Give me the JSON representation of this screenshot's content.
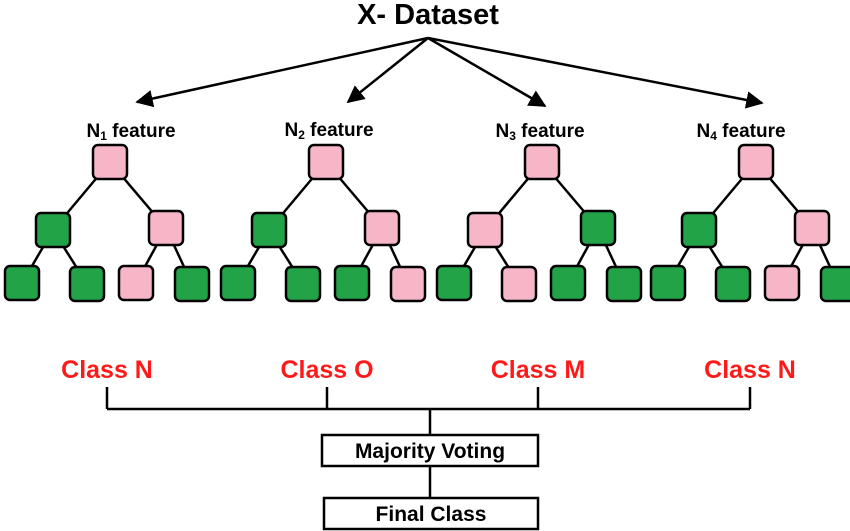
{
  "title": "X- Dataset",
  "colors": {
    "green": "#22a348",
    "pink": "#f7b6c8",
    "class_text": "#ff1a1a",
    "stroke": "#000000"
  },
  "trees": [
    {
      "feature_prefix": "N",
      "feature_sub": "1",
      "feature_suffix": " feature",
      "root": "pink",
      "level1": [
        "green",
        "pink"
      ],
      "leaves": [
        "green",
        "green",
        "pink",
        "green"
      ],
      "class_label": "Class N"
    },
    {
      "feature_prefix": "N",
      "feature_sub": "2",
      "feature_suffix": " feature",
      "root": "pink",
      "level1": [
        "green",
        "pink"
      ],
      "leaves": [
        "green",
        "green",
        "green",
        "pink"
      ],
      "class_label": "Class O"
    },
    {
      "feature_prefix": "N",
      "feature_sub": "3",
      "feature_suffix": " feature",
      "root": "pink",
      "level1": [
        "pink",
        "green"
      ],
      "leaves": [
        "green",
        "pink",
        "green",
        "green"
      ],
      "class_label": "Class M"
    },
    {
      "feature_prefix": "N",
      "feature_sub": "4",
      "feature_suffix": " feature",
      "root": "pink",
      "level1": [
        "green",
        "pink"
      ],
      "leaves": [
        "green",
        "green",
        "pink",
        "green"
      ],
      "class_label": "Class N"
    }
  ],
  "majority_voting": "Majority Voting",
  "final_class": "Final Class"
}
